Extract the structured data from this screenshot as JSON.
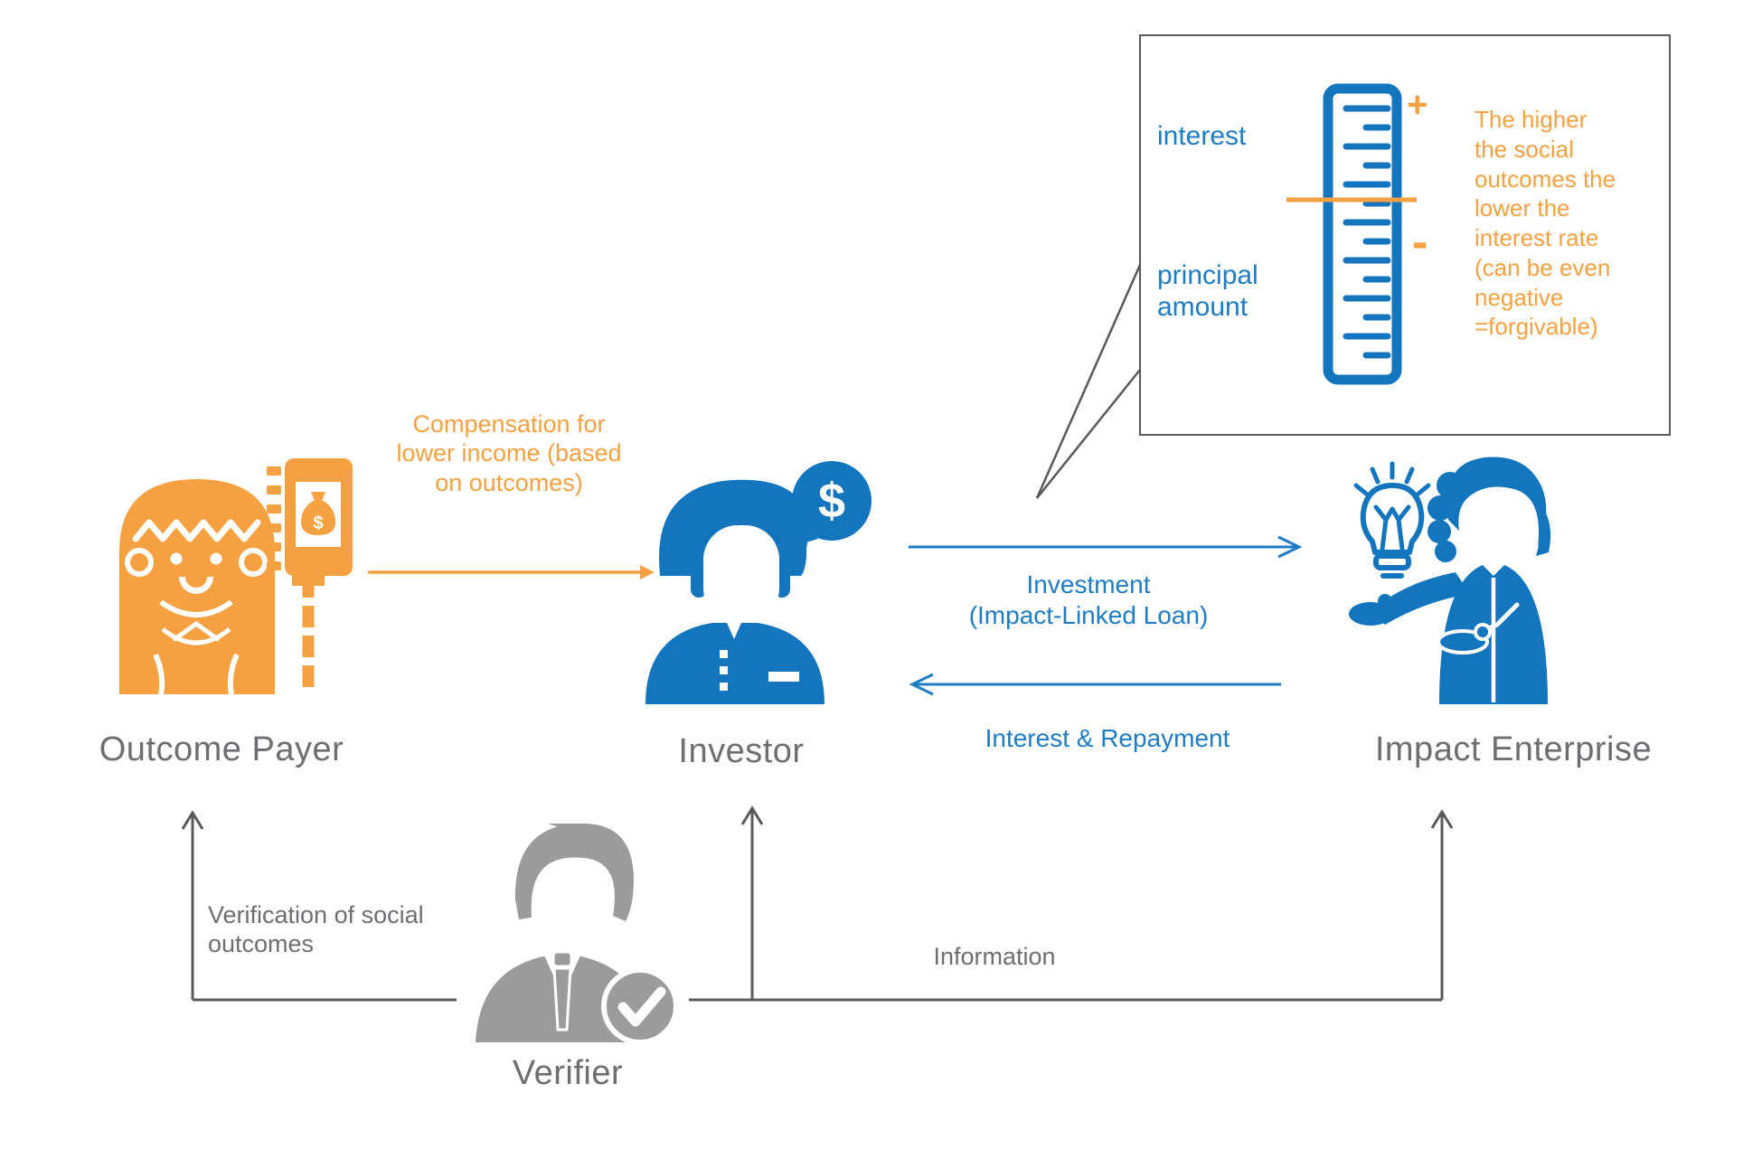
{
  "colors": {
    "blue_icon": "#1375BE",
    "blue_text": "#1E7CC4",
    "orange": "#F5A142",
    "line_gray": "#58595B",
    "text_gray": "#6D6E71",
    "figure_gray": "#9B9B9B"
  },
  "entities": {
    "outcome_payer": {
      "label": "Outcome Payer",
      "bag_symbol": "$"
    },
    "investor": {
      "label": "Investor",
      "bubble_symbol": "$"
    },
    "impact_enterprise": {
      "label": "Impact Enterprise"
    },
    "verifier": {
      "label": "Verifier"
    }
  },
  "flows": {
    "compensation": {
      "lines": [
        "Compensation for",
        "lower income (based",
        "on outcomes)"
      ]
    },
    "investment": {
      "lines": [
        "Investment",
        "(Impact-Linked Loan)"
      ]
    },
    "repayment": {
      "label": "Interest & Repayment"
    },
    "verification": {
      "lines": [
        "Verification of social",
        "outcomes"
      ]
    },
    "information": {
      "label": "Information"
    }
  },
  "callout": {
    "interest_label": "interest",
    "principal_lines": [
      "principal",
      "amount"
    ],
    "plus": "+",
    "minus": "-",
    "note_lines": [
      "The higher",
      "the social",
      "outcomes the",
      "lower the",
      "interest rate",
      "(can be even",
      "negative",
      "=forgivable)"
    ]
  },
  "icons": {
    "outcome_payer": "woman-with-sign-icon",
    "money_bag": "money-bag-icon",
    "investor": "businessman-icon",
    "dollar_bubble": "dollar-speech-bubble-icon",
    "impact_enterprise": "woman-presenting-icon",
    "lightbulb": "lightbulb-icon",
    "verifier": "auditor-icon",
    "check_badge": "check-badge-icon",
    "ruler": "ruler-icon"
  }
}
